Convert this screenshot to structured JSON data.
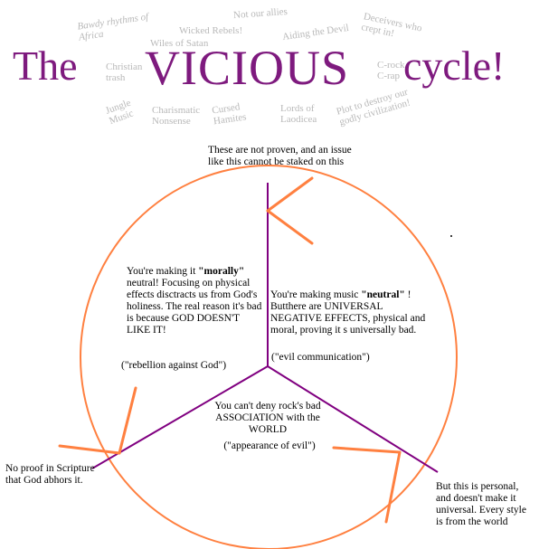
{
  "title": {
    "part1": "The",
    "part2": "VICIOUS",
    "part3": "cycle!"
  },
  "labels": {
    "bawdy": "Bawdy rhythms of Africa",
    "wicked": "Wicked Rebels!",
    "not_allies": "Not our allies",
    "aiding": "Aiding the Devil",
    "deceivers": "Deceivers who crept in!",
    "wiles": "Wiles of Satan",
    "christian_trash": "Christian trash",
    "crock": "C-rock C-rap",
    "jungle": "Jungle Music",
    "charismatic": "Charismatic Nonsense",
    "cursed": "Cursed Hamites",
    "lords": "Lords of Laodicea",
    "plot": "Plot to destroy our godly civilization!"
  },
  "notes": {
    "top": "These are not proven, and an issue like this cannot be staked on this",
    "left_pre": "You're making it ",
    "left_bold": "\"morally\"",
    "left_post": " neutral! Focusing on physical effects disctracts us from God's holiness. The real reason it's bad is because GOD DOESN'T LIKE IT!",
    "left_quote": "(\"rebellion against God\")",
    "right_pre": "You're making music ",
    "right_bold": "\"neutral\"",
    "right_mark": "!",
    "right_post": "Butthere are UNIVERSAL NEGATIVE EFFECTS, physical and moral, proving it s universally bad.",
    "right_quote": "(\"evil communication\")",
    "bottom": "You can't deny rock's bad ASSOCIATION with the WORLD",
    "bottom_quote": "(\"appearance of evil\")",
    "bottom_left": "No proof in Scripture that God abhors it.",
    "bottom_right": "But this is personal, and doesn't make it universal. Every style is from the world"
  },
  "colors": {
    "title": "#7e1a7e",
    "spoke": "#800080",
    "arrow": "#ff8040",
    "grey_text": "#b9b9b9"
  }
}
